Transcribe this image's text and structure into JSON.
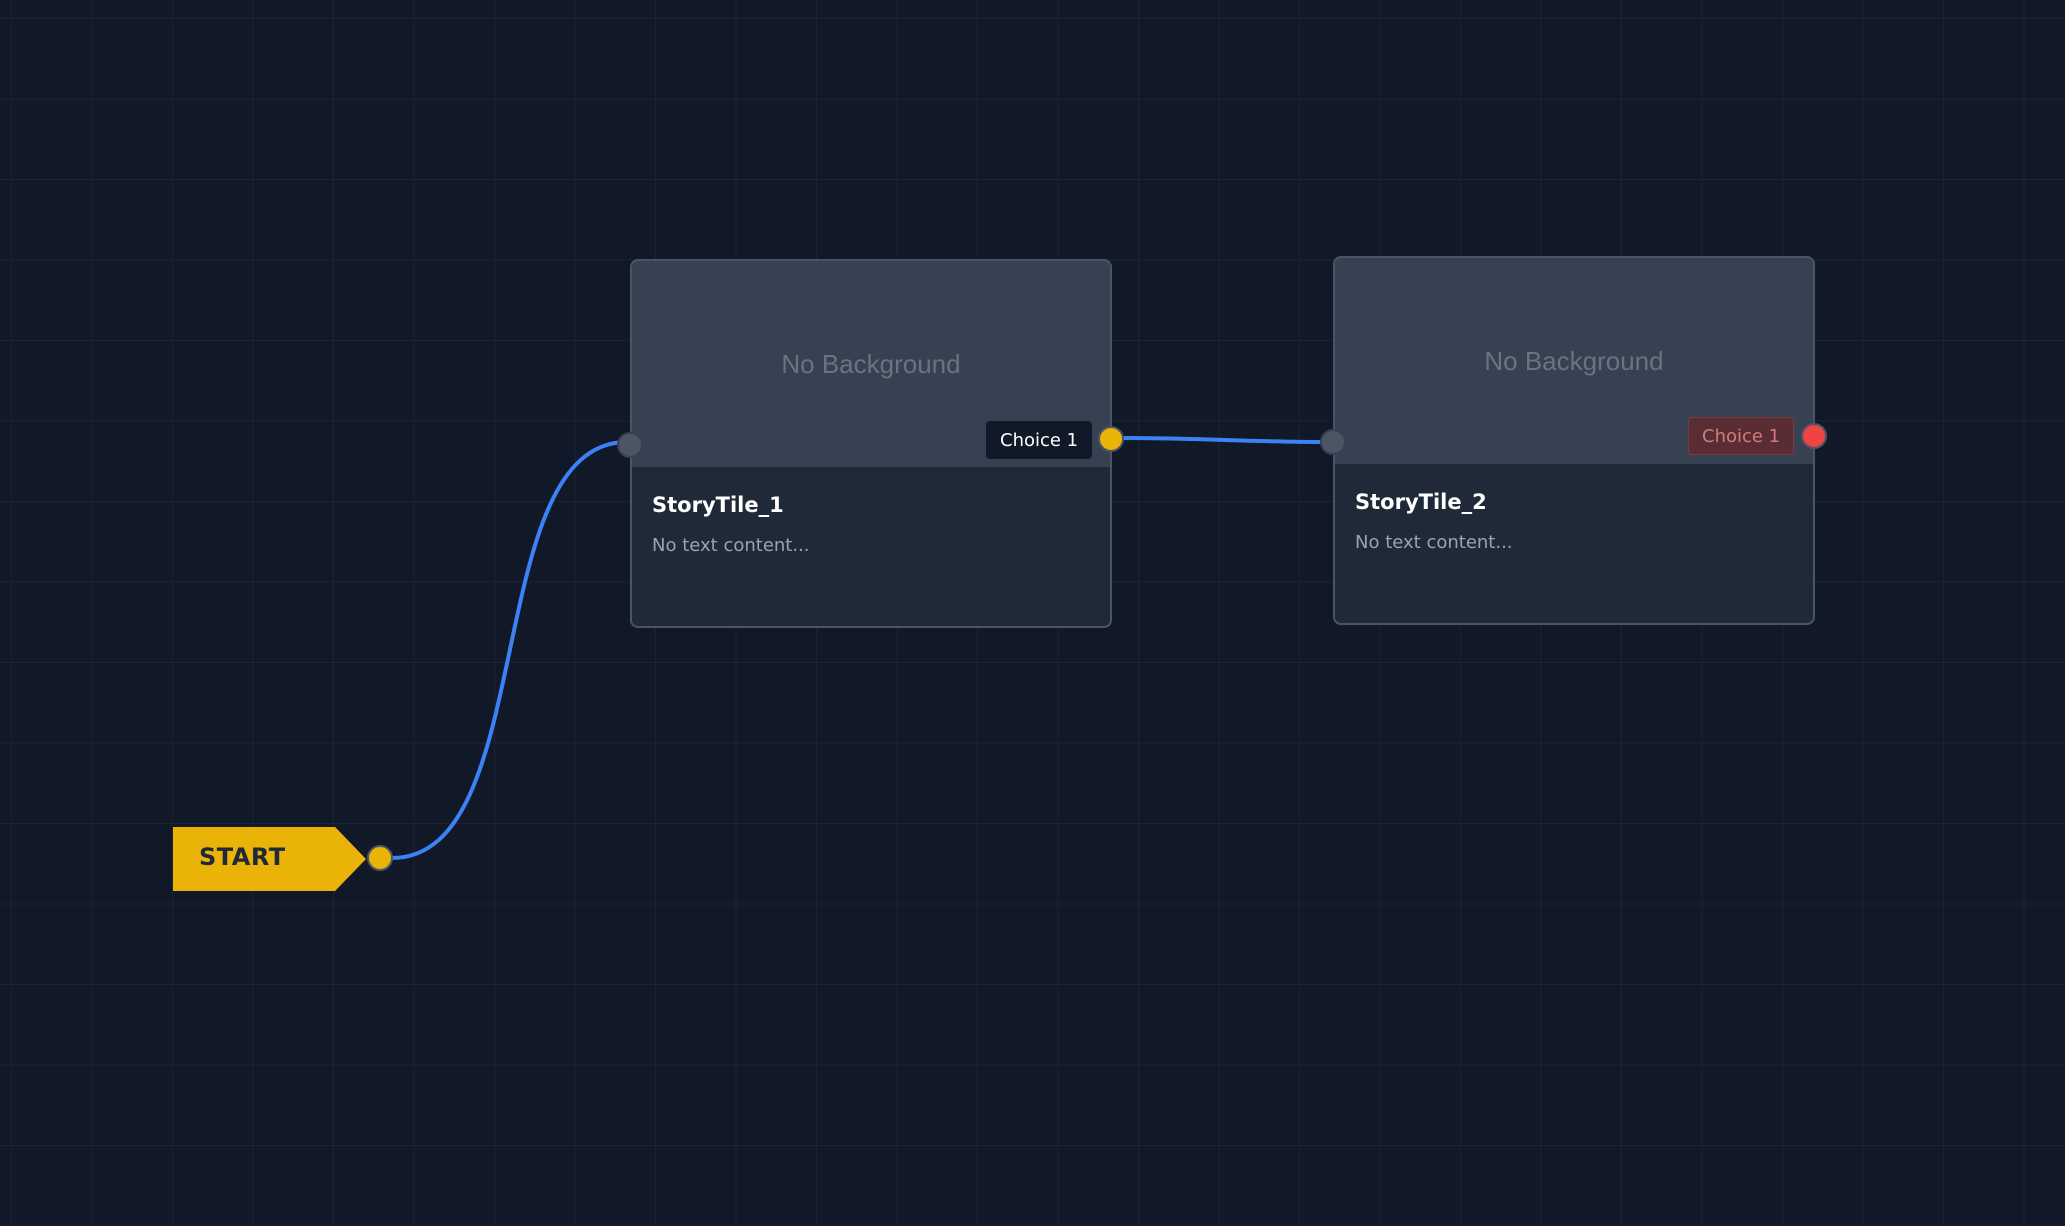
{
  "canvas": {
    "background": "#111827",
    "grid": true
  },
  "colors": {
    "start": "#eab308",
    "edge": "#3b82f6",
    "handle_connected": "#eab308",
    "handle_dangling": "#ef4444",
    "tile_header": "#374151",
    "tile_body": "#1f2937"
  },
  "start_node": {
    "label": "START"
  },
  "tiles": [
    {
      "title": "StoryTile_1",
      "background_label": "No Background",
      "text": "No text content...",
      "choices": [
        {
          "label": "Choice 1",
          "connected": true
        }
      ]
    },
    {
      "title": "StoryTile_2",
      "background_label": "No Background",
      "text": "No text content...",
      "choices": [
        {
          "label": "Choice 1",
          "connected": false
        }
      ]
    }
  ],
  "edges": [
    {
      "from": "START",
      "to": "StoryTile_1"
    },
    {
      "from": "StoryTile_1 / Choice 1",
      "to": "StoryTile_2"
    }
  ]
}
